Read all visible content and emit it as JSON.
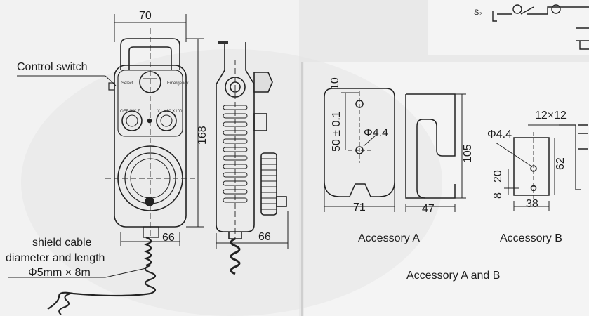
{
  "labels": {
    "control_switch": "Control switch",
    "shield_cable": [
      "shield cable",
      "diameter and length",
      "Φ5mm × 8m"
    ],
    "s2": "S₂",
    "accessory_a": "Accessory A",
    "accessory_b": "Accessory B",
    "accessory_ab": "Accessory A and B"
  },
  "dimensions": {
    "width_top": "70",
    "height_168": "168",
    "width_bottom_66": "66",
    "side_depth_66": "66",
    "acc_a_10": "10",
    "acc_a_50": "50 ± 0.1",
    "acc_a_hole": "Φ4.4",
    "acc_a_105": "105",
    "acc_a_71": "71",
    "acc_a_47": "47",
    "acc_b_hole": "Φ4.4",
    "acc_b_12x12": "12×12",
    "acc_b_62": "62",
    "acc_b_8": "8",
    "acc_b_20": "20",
    "acc_b_38": "38"
  }
}
